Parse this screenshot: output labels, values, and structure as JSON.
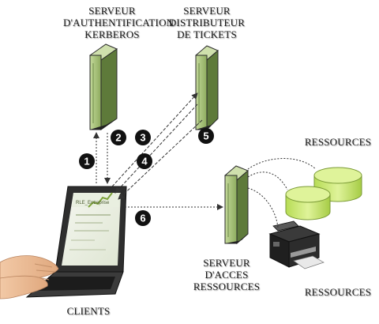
{
  "labels": {
    "auth_server": [
      "SERVEUR",
      "D'AUTHENTIFICATION",
      "KERBEROS"
    ],
    "ticket_server": [
      "SERVEUR",
      "DISTRIBUTEUR",
      "DE TICKETS"
    ],
    "access_server": [
      "SERVEUR",
      "D'ACCES",
      "RESSOURCES"
    ],
    "resources_top": "RESSOURCES",
    "resources_bottom": "RESSOURCES",
    "clients": "CLIENTS"
  },
  "steps": [
    "1",
    "2",
    "3",
    "4",
    "5",
    "6"
  ],
  "screen_text": "RLE_Entreprise",
  "colors": {
    "server_front": "#a9c77e",
    "server_side": "#5f7a3c",
    "server_top": "#c9dca6",
    "disk": "#c8e870",
    "disk_dark": "#8fb23a",
    "badge": "#111111",
    "badge_text": "#ffffff",
    "arrow": "#333333"
  }
}
